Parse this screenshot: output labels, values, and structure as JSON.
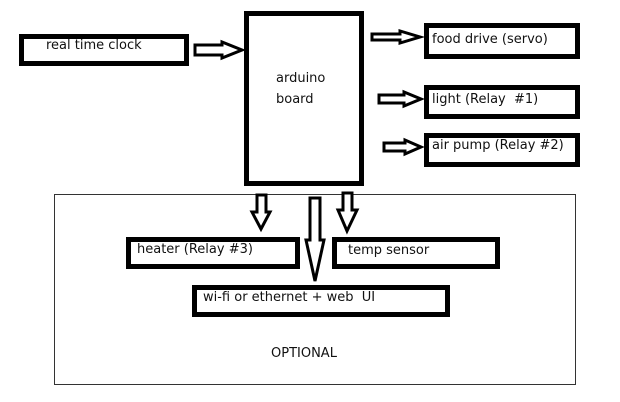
{
  "diagram": {
    "blocks": {
      "rtc": "real time clock",
      "arduino_line1": "arduino",
      "arduino_line2": "board",
      "food": "food drive (servo)",
      "light": "light (Relay  #1)",
      "pump": "air pump (Relay #2)",
      "heater": "heater (Relay #3)",
      "temp": "temp sensor",
      "wifi": "wi-fi or ethernet + web  UI"
    },
    "optional_label": "OPTIONAL",
    "colors": {
      "stroke": "#000000",
      "background": "#ffffff"
    }
  }
}
